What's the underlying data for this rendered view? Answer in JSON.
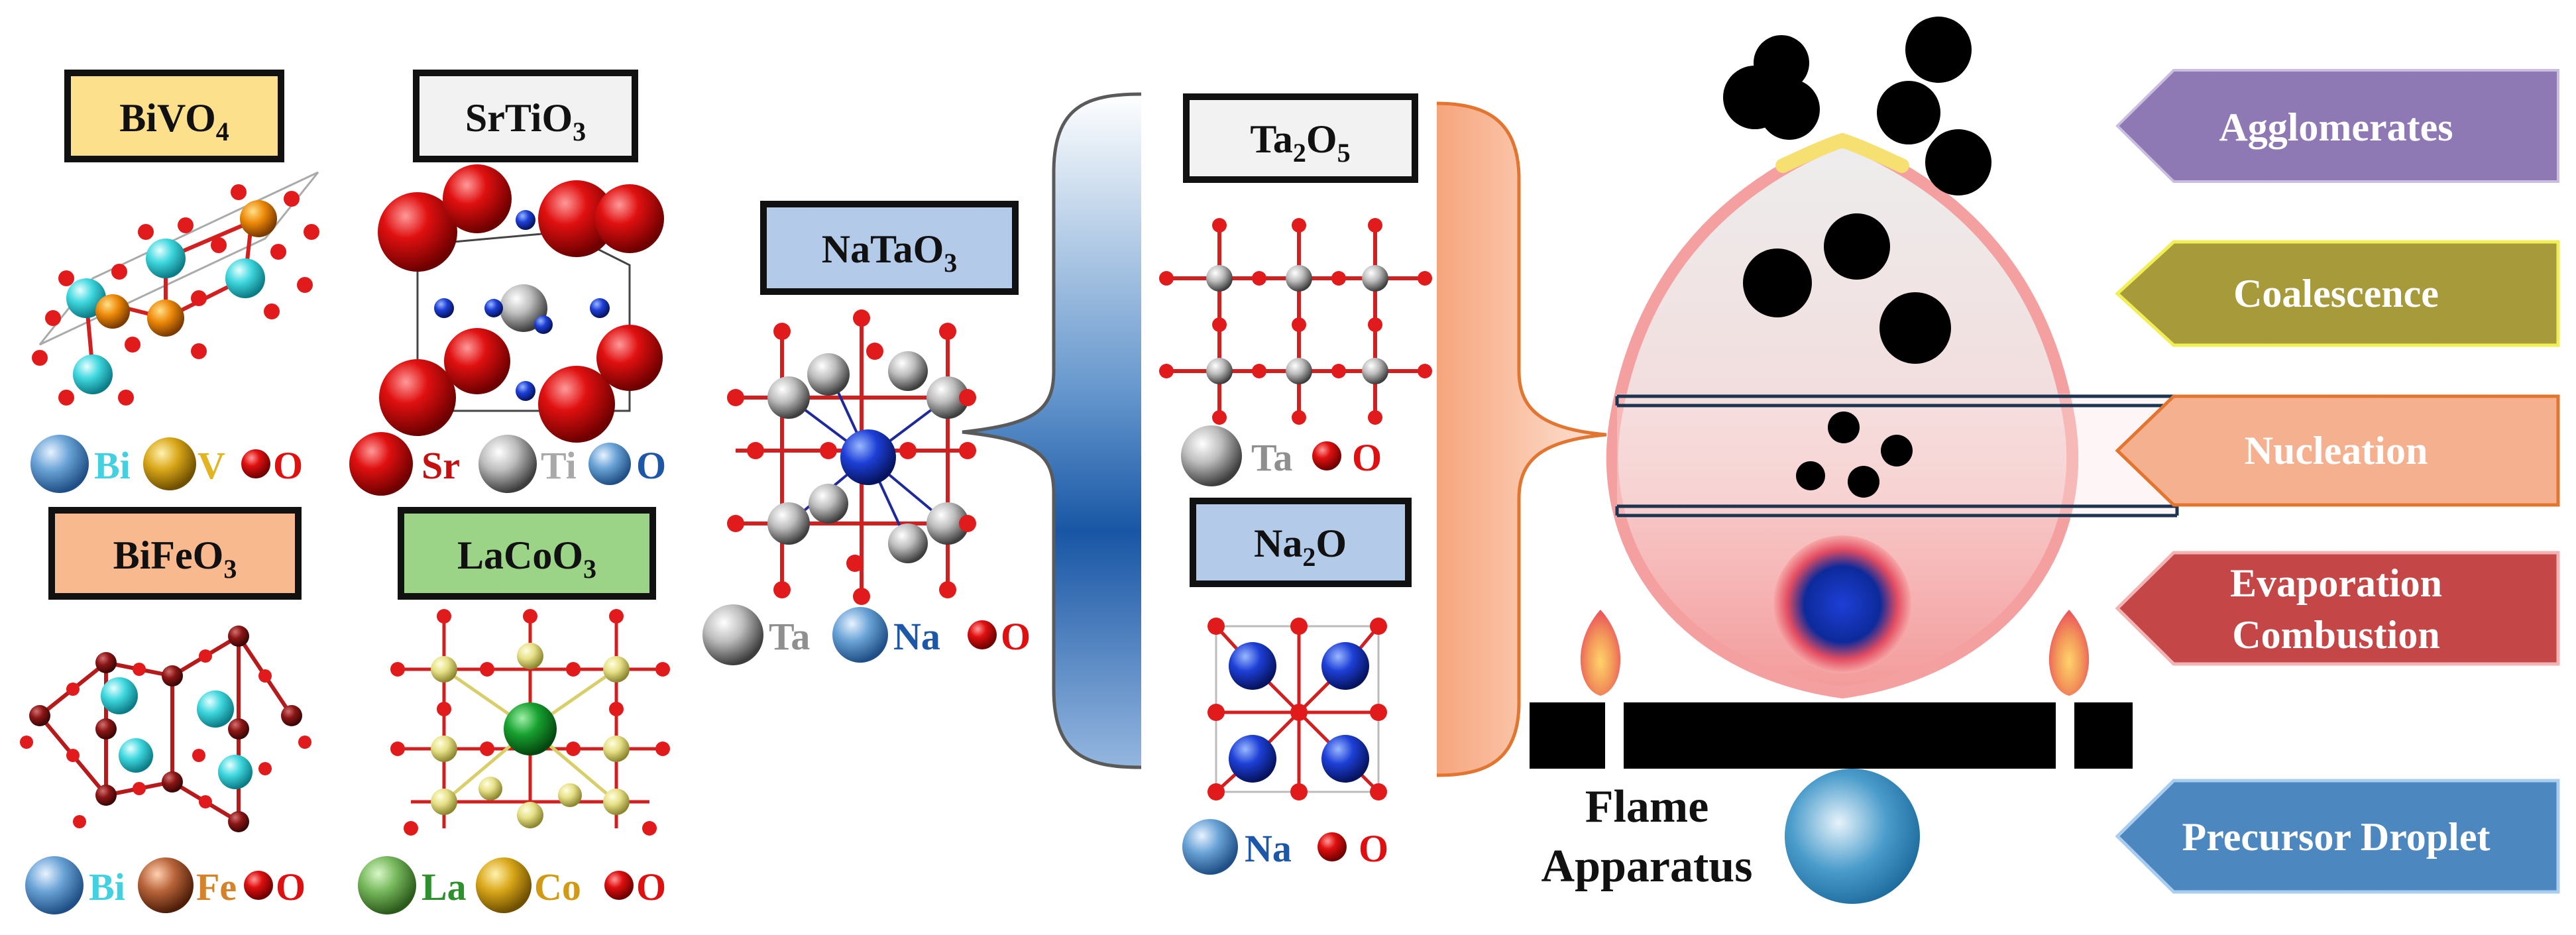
{
  "compounds": {
    "bivo4": {
      "formula": "BiVO",
      "sub": "4",
      "legend": [
        "Bi",
        "V",
        "O"
      ]
    },
    "srtio3": {
      "formula": "SrTiO",
      "sub": "3",
      "legend": [
        "Sr",
        "Ti",
        "O"
      ]
    },
    "bifeo3": {
      "formula": "BiFeO",
      "sub": "3",
      "legend": [
        "Bi",
        "Fe",
        "O"
      ]
    },
    "lacoo3": {
      "formula": "LaCoO",
      "sub": "3",
      "legend": [
        "La",
        "Co",
        "O"
      ]
    },
    "natao3": {
      "formula": "NaTaO",
      "sub": "3",
      "legend": [
        "Ta",
        "Na",
        "O"
      ]
    },
    "ta2o5": {
      "f1": "Ta",
      "s1": "2",
      "f2": "O",
      "s2": "5",
      "legend": [
        "Ta",
        "O"
      ]
    },
    "na2o": {
      "f1": "Na",
      "s1": "2",
      "f2": "O",
      "legend": [
        "Na",
        "O"
      ]
    }
  },
  "flame": {
    "apparatus_line1": "Flame",
    "apparatus_line2": "Apparatus"
  },
  "stages": {
    "agglomerates": "Agglomerates",
    "coalescence": "Coalescence",
    "nucleation": "Nucleation",
    "evaporation_line1": "Evaporation",
    "evaporation_line2": "Combustion",
    "precursor": "Precursor Droplet"
  },
  "colors": {
    "bivo4_box": "#fde08b",
    "srtio3_box": "#f2f2f2",
    "bifeo3_box": "#f8b98f",
    "lacoo3_box": "#9bd387",
    "natao3_box": "#b3cbe9",
    "agglomerates": "#8e79b4",
    "coalescence": "#a79a3a",
    "nucleation": "#f4b08f",
    "evaporation": "#c54646",
    "precursor": "#4d87c0"
  }
}
